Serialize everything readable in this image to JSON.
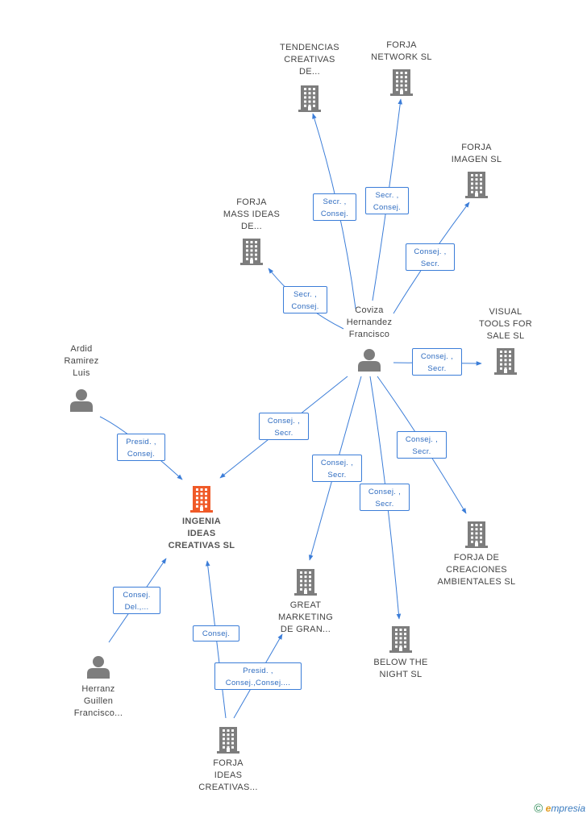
{
  "colors": {
    "edge": "#3b7dd8",
    "icon": "#7d7d7d",
    "focus_icon": "#f05a28"
  },
  "nodes": {
    "tendencias": {
      "label": "TENDENCIAS\nCREATIVAS\nDE...",
      "kind": "company"
    },
    "forja_network": {
      "label": "FORJA\nNETWORK SL",
      "kind": "company"
    },
    "forja_imagen": {
      "label": "FORJA\nIMAGEN SL",
      "kind": "company"
    },
    "forja_mass": {
      "label": "FORJA\nMASS IDEAS\nDE...",
      "kind": "company"
    },
    "coviza": {
      "label": "Coviza\nHernandez\nFrancisco",
      "kind": "person"
    },
    "visual_tools": {
      "label": "VISUAL\nTOOLS FOR\nSALE SL",
      "kind": "company"
    },
    "ardid": {
      "label": "Ardid\nRamirez\nLuis",
      "kind": "person"
    },
    "ingenia": {
      "label": "INGENIA\nIDEAS\nCREATIVAS SL",
      "kind": "company-focus"
    },
    "forja_creaciones": {
      "label": "FORJA DE\nCREACIONES\nAMBIENTALES SL",
      "kind": "company"
    },
    "great_marketing": {
      "label": "GREAT\nMARKETING\nDE GRAN...",
      "kind": "company"
    },
    "below_night": {
      "label": "BELOW THE\nNIGHT SL",
      "kind": "company"
    },
    "herranz": {
      "label": "Herranz\nGuillen\nFrancisco...",
      "kind": "person"
    },
    "forja_ideas": {
      "label": "FORJA\nIDEAS\nCREATIVAS...",
      "kind": "company"
    }
  },
  "edges": {
    "coviza_tendencias": "Secr. ,\nConsej.",
    "coviza_network": "Secr. ,\nConsej.",
    "coviza_imagen": "Consej. ,\nSecr.",
    "coviza_mass": "Secr. ,\nConsej.",
    "coviza_visual": "Consej. ,\nSecr.",
    "coviza_ingenia": "Consej. ,\nSecr.",
    "coviza_great": "Consej. ,\nSecr.",
    "coviza_below": "Consej. ,\nSecr.",
    "coviza_creaciones": "Consej. ,\nSecr.",
    "ardid_ingenia": "Presid. ,\nConsej.",
    "herranz_ingenia": "Consej.\nDel.,...",
    "forja_ideas_ingenia": "Consej.",
    "forja_ideas_great": "Presid. ,\nConsej.,Consej...."
  },
  "brand": {
    "copyright": "©",
    "e_letter": "e",
    "name": "mpresia"
  }
}
